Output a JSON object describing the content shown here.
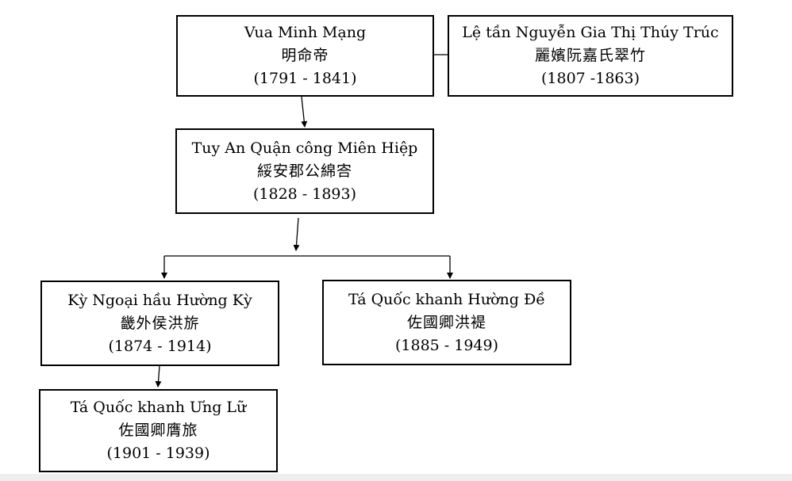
{
  "people": {
    "minh_mang": {
      "name": "Vua Minh Mạng",
      "han": "明命帝",
      "years": "(1791 - 1841)"
    },
    "thuy_truc": {
      "name": "Lệ tần Nguyễn Gia Thị Thúy Trúc",
      "han": "麗嬪阮嘉氏翠竹",
      "years": "(1807 -1863)"
    },
    "mien_hiep": {
      "name": "Tuy An Quận công Miên Hiệp",
      "han": "綏安郡公綿㝓",
      "years": "(1828 - 1893)"
    },
    "huong_ky": {
      "name": "Kỳ Ngoại hầu Hường Kỳ",
      "han": "畿外侯洪旂",
      "years": "(1874 - 1914)"
    },
    "huong_de": {
      "name": "Tá Quốc khanh Hường Đề",
      "han": "佐國卿洪褆",
      "years": "(1885 - 1949)"
    },
    "ung_lu": {
      "name": "Tá Quốc khanh Ưng Lữ",
      "han": "佐國卿膺旅",
      "years": "(1901 - 1939)"
    }
  },
  "colors": {
    "line": "#000000",
    "box_border": "#000000",
    "background": "#ffffff"
  }
}
